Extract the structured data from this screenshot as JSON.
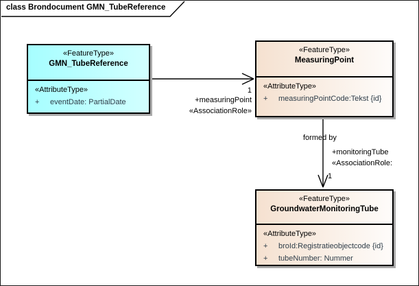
{
  "frame": {
    "title": "class Brondocument GMN_TubeReference"
  },
  "classes": [
    {
      "stereotype": "«FeatureType»",
      "name": "GMN_TubeReference",
      "attr_stereotype": "«AttributeType»",
      "attributes": [
        {
          "visibility": "+",
          "text": "eventDate: PartialDate"
        }
      ]
    },
    {
      "stereotype": "«FeatureType»",
      "name": "MeasuringPoint",
      "attr_stereotype": "«AttributeType»",
      "attributes": [
        {
          "visibility": "+",
          "text": "measuringPointCode:Tekst {id}"
        }
      ]
    },
    {
      "stereotype": "«FeatureType»",
      "name": "GroundwaterMonitoringTube",
      "attr_stereotype": "«AttributeType»",
      "attributes": [
        {
          "visibility": "+",
          "text": "broId:Registratieobjectcode {id}"
        },
        {
          "visibility": "+",
          "text": "tubeNumber: Nummer"
        }
      ]
    }
  ],
  "connectors": [
    {
      "target_multiplicity": "1",
      "target_role": "+measuringPoint",
      "stereotype": "«AssociationRole»"
    },
    {
      "name": "formed by",
      "target_role": "+monitoringTube",
      "stereotype": "«AssociationRole:",
      "target_multiplicity": "1"
    }
  ],
  "colors": {
    "cyan_fill": "#a6feff",
    "tan_fill": "#f5e1d0",
    "border": "#000000",
    "attribute_text": "#2e3d49",
    "shadow": "#a9a9a9"
  }
}
